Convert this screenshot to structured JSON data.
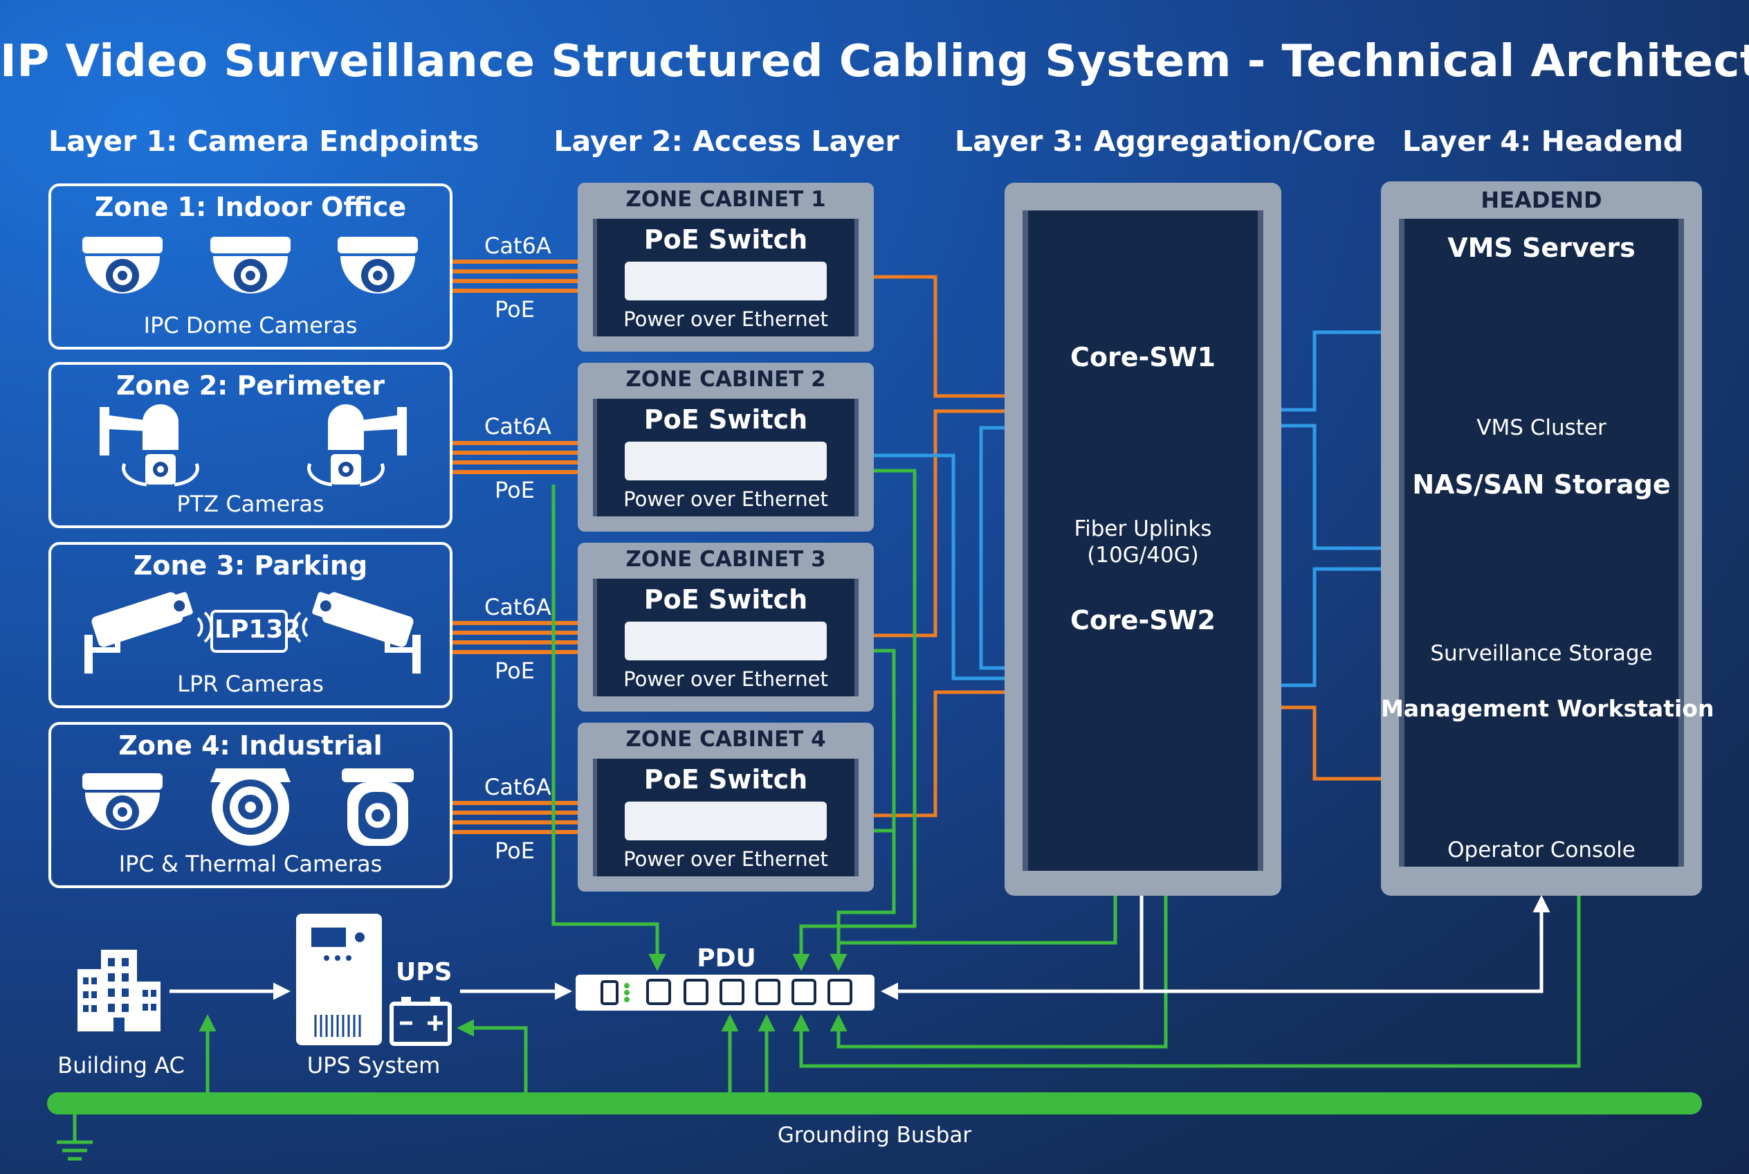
{
  "title": "IP Video Surveillance Structured Cabling System - Technical Architecture",
  "layers": {
    "l1": "Layer 1: Camera Endpoints",
    "l2": "Layer 2: Access Layer",
    "l3": "Layer 3: Aggregation/Core",
    "l4": "Layer 4: Headend"
  },
  "zones": [
    {
      "title": "Zone 1: Indoor Office",
      "caption": "IPC Dome Cameras"
    },
    {
      "title": "Zone 2: Perimeter",
      "caption": "PTZ Cameras"
    },
    {
      "title": "Zone 3: Parking",
      "caption": "LPR Cameras",
      "plate": "LP132"
    },
    {
      "title": "Zone 4: Industrial",
      "caption": "IPC & Thermal Cameras"
    }
  ],
  "cable": {
    "type": "Cat6A",
    "power": "PoE"
  },
  "cabinets": [
    {
      "title": "ZONE CABINET 1",
      "switch": "PoE Switch",
      "caption": "Power over Ethernet"
    },
    {
      "title": "ZONE CABINET 2",
      "switch": "PoE Switch",
      "caption": "Power over Ethernet"
    },
    {
      "title": "ZONE CABINET 3",
      "switch": "PoE Switch",
      "caption": "Power over Ethernet"
    },
    {
      "title": "ZONE CABINET 4",
      "switch": "PoE Switch",
      "caption": "Power over Ethernet"
    }
  ],
  "core": {
    "sw1": "Core-SW1",
    "sw2": "Core-SW2",
    "uplink_line1": "Fiber Uplinks",
    "uplink_line2": "(10G/40G)"
  },
  "headend": {
    "title": "HEADEND",
    "vms_title": "VMS Servers",
    "vms_caption": "VMS Cluster",
    "storage_title": "NAS/SAN Storage",
    "storage_caption": "Surveillance Storage",
    "mgmt_title": "Management Workstation",
    "mgmt_caption": "Operator Console"
  },
  "power": {
    "building": "Building AC",
    "ups_label": "UPS",
    "ups_system": "UPS System",
    "pdu": "PDU",
    "ground": "Grounding Busbar"
  },
  "colors": {
    "orange": "#f07d22",
    "blue": "#2f9be6",
    "green": "#3dbb3f",
    "white": "#ffffff"
  }
}
